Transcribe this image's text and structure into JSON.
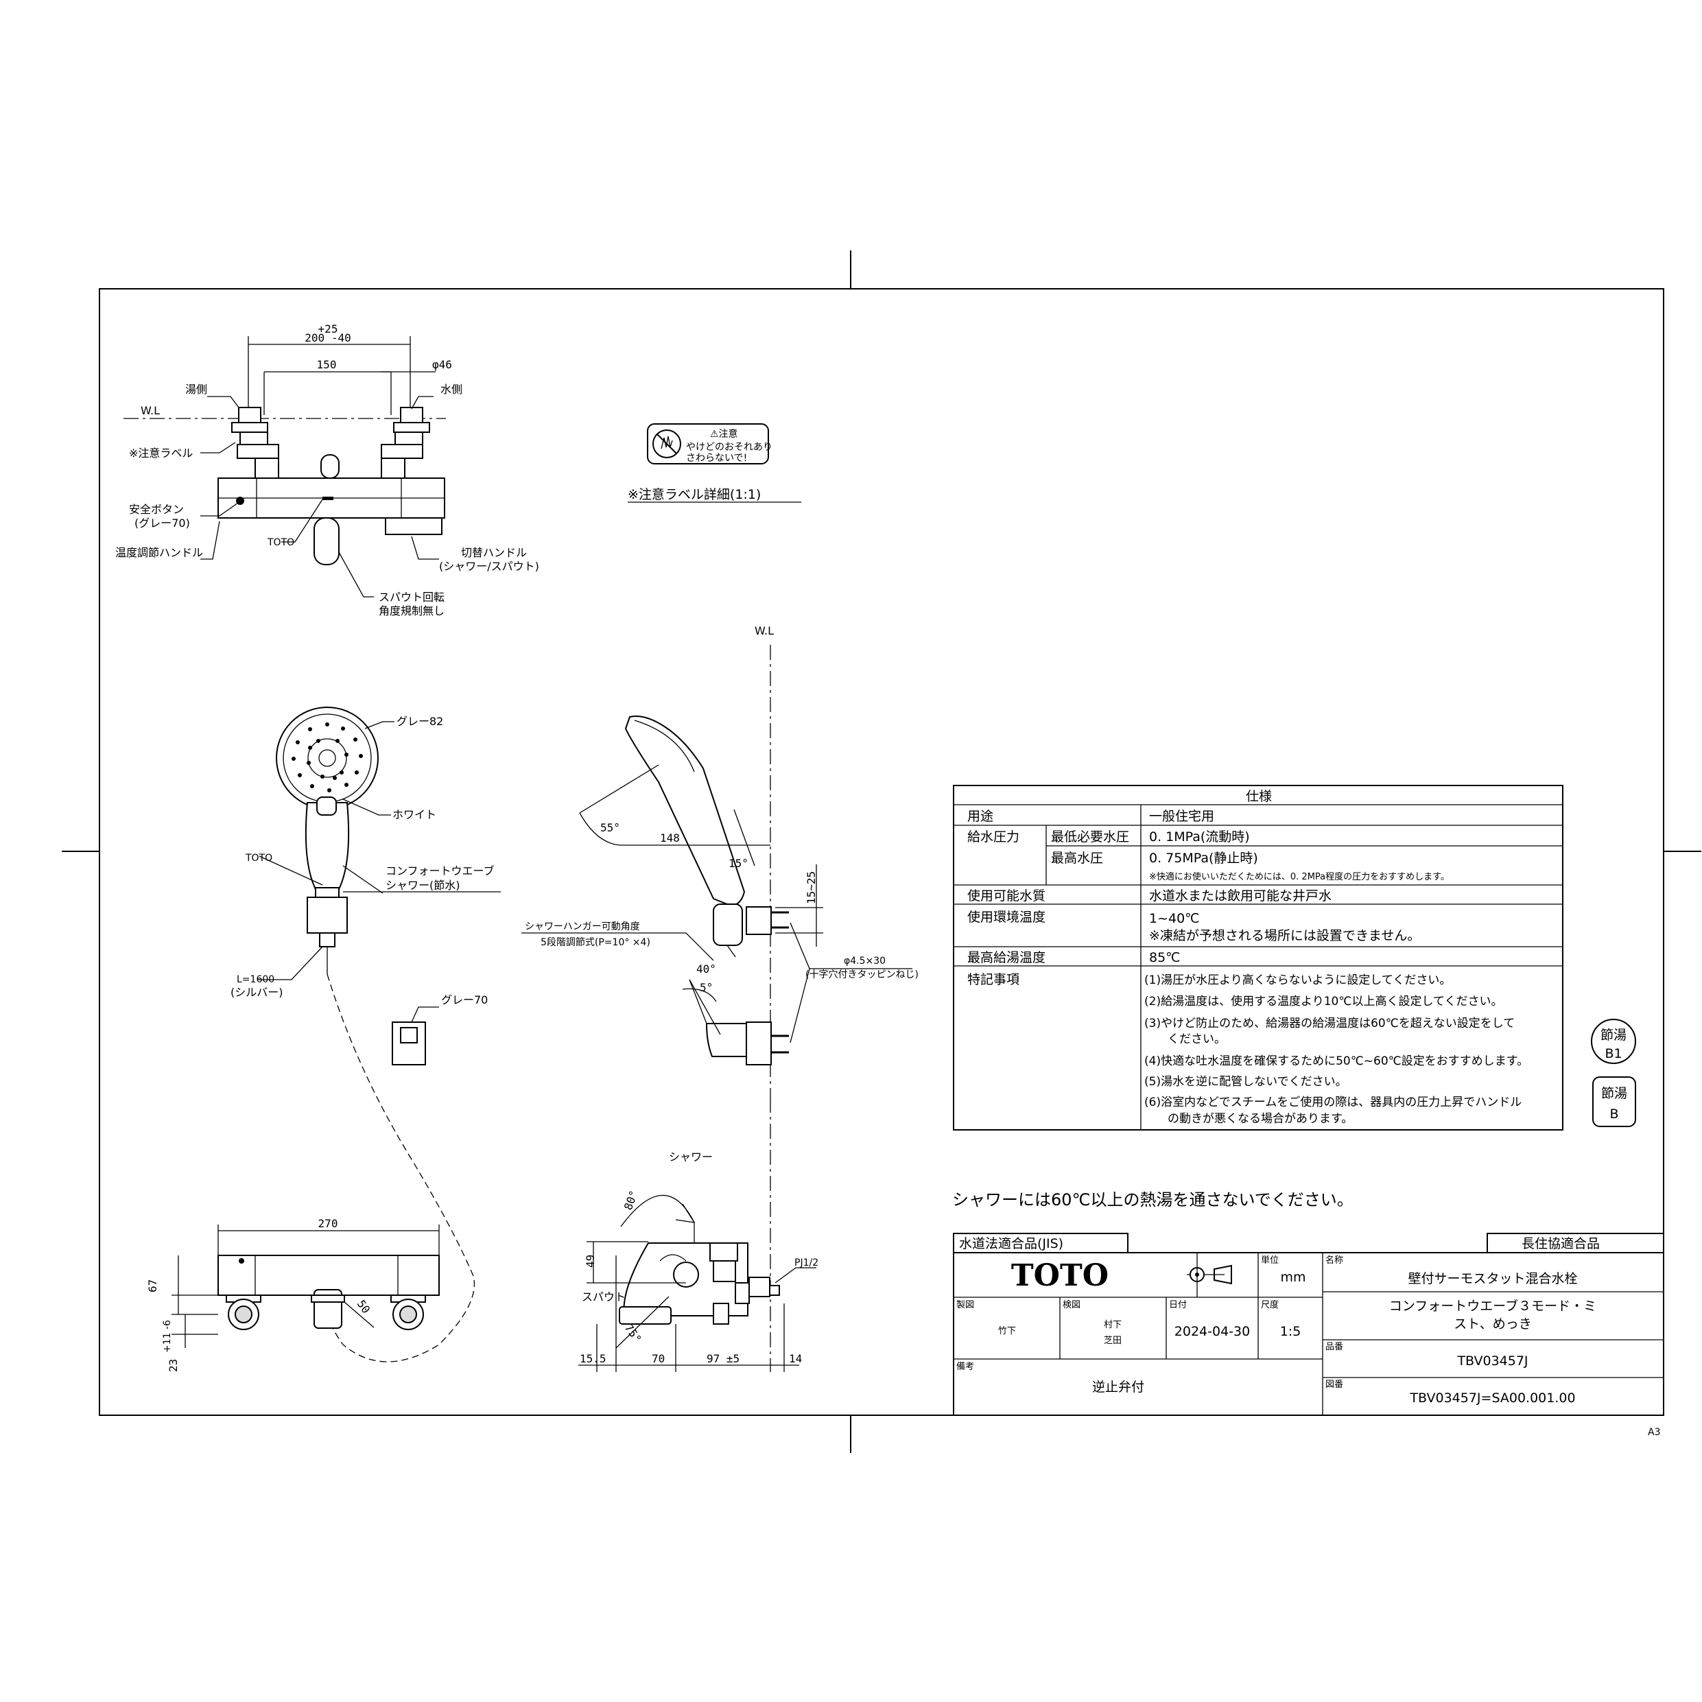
{
  "callouts": {
    "dim_top_tol": "+25",
    "dim_top": "200 -40",
    "dim_150": "150",
    "dim_phi46": "φ46",
    "wl_left": "W.L",
    "hot_side": "湯側",
    "cold_side": "水側",
    "caution_label": "※注意ラベル",
    "safety_button": "安全ボタン",
    "safety_button_color": "(グレー70)",
    "temp_handle": "温度調節ハンドル",
    "toto_mark": "TOTO",
    "switch_handle": "切替ハンドル",
    "switch_handle_sub": "(シャワー/スパウト)",
    "spout_rotation": "スパウト回転",
    "spout_rotation_sub": "角度規制無し",
    "caution_detail_title": "※注意ラベル詳細(1:1)",
    "caution_label_head": "⚠注意",
    "caution_label_text1": "やけどのおそれあり",
    "caution_label_text2": "さわらないで!",
    "wl_right": "W.L",
    "gray82": "グレー82",
    "white": "ホワイト",
    "toto_shower": "TOTO",
    "comfort_wave": "コンフォートウエーブ",
    "comfort_wave_sub": "シャワー(節水)",
    "hose_length": "L=1600",
    "hose_color": "(シルバー)",
    "gray70": "グレー70",
    "angle55": "55°",
    "dim148": "148",
    "angle15": "15°",
    "dim15_25": "15~25",
    "hanger_angle": "シャワーハンガー可動角度",
    "hanger_angle_sub": "5段階調節式(P=10° ×4)",
    "angle40": "40°",
    "angle5": "5°",
    "screw": "φ4.5×30",
    "screw_sub": "(十字穴付きタッピンねじ)",
    "shower_label": "シャワー",
    "angle80": "80°",
    "dim49": "49",
    "spout_label": "スパウト",
    "angle75": "75°",
    "pj": "PJ1/2",
    "dim15_5": "15.5",
    "dim70": "70",
    "dim97": "97 ±5",
    "dim14": "14",
    "dim270": "270",
    "dim67": "67",
    "dim23": "23",
    "dim23_tol": "+11 -6",
    "dim50": "50"
  },
  "spec": {
    "title": "仕様",
    "rows": [
      {
        "label": "用途",
        "sub": "",
        "value": "一般住宅用"
      },
      {
        "label": "給水圧力",
        "sub": "最低必要水圧",
        "value": "0. 1MPa(流動時)"
      },
      {
        "label": "",
        "sub": "最高水圧",
        "value": "0. 75MPa(静止時)"
      },
      {
        "label": "",
        "sub": "",
        "value": "※快適にお使いいただくためには、0. 2MPa程度の圧力をおすすめします。"
      },
      {
        "label": "使用可能水質",
        "sub": "",
        "value": "水道水または飲用可能な井戸水"
      },
      {
        "label": "使用環境温度",
        "sub": "",
        "value": "1~40℃"
      },
      {
        "label": "",
        "sub": "",
        "value": "※凍結が予想される場所には設置できません。"
      },
      {
        "label": "最高給湯温度",
        "sub": "",
        "value": "85℃"
      }
    ],
    "notes_label": "特記事項",
    "notes": [
      "(1)湯圧が水圧より高くならないように設定してください。",
      "(2)給湯温度は、使用する温度より10℃以上高く設定してください。",
      "(3)やけど防止のため、給湯器の給湯温度は60℃を超えない設定をして",
      "　　ください。",
      "(4)快適な吐水温度を確保するために50℃~60℃設定をおすすめします。",
      "(5)湯水を逆に配管しないでください。",
      "(6)浴室内などでスチームをご使用の際は、器具内の圧力上昇でハンドル",
      "　　の動きが悪くなる場合があります。"
    ]
  },
  "badges": {
    "b1_top": "節湯",
    "b1_bottom": "B1",
    "b_top": "節湯",
    "b_bottom": "B"
  },
  "warning": "シャワーには60℃以上の熱湯を通さないでください。",
  "title_block": {
    "jis": "水道法適合品(JIS)",
    "chojuu": "長住協適合品",
    "brand": "TOTO",
    "unit_label": "単位",
    "unit": "mm",
    "name_label": "名称",
    "name1": "壁付サーモスタット混合水栓",
    "name2": "コンフォートウエーブ３モード・ミ",
    "name3": "スト、めっき",
    "drawn_label": "製図",
    "drawn": "竹下",
    "checked_label": "検図",
    "checked1": "村下",
    "checked2": "芝田",
    "date_label": "日付",
    "date": "2024-04-30",
    "scale_label": "尺度",
    "scale": "1:5",
    "part_label": "品番",
    "part": "TBV03457J",
    "remarks_label": "備考",
    "remarks": "逆止弁付",
    "drawing_no_label": "図番",
    "drawing_no": "TBV03457J=SA00.001.00"
  },
  "sheet_size": "A3"
}
